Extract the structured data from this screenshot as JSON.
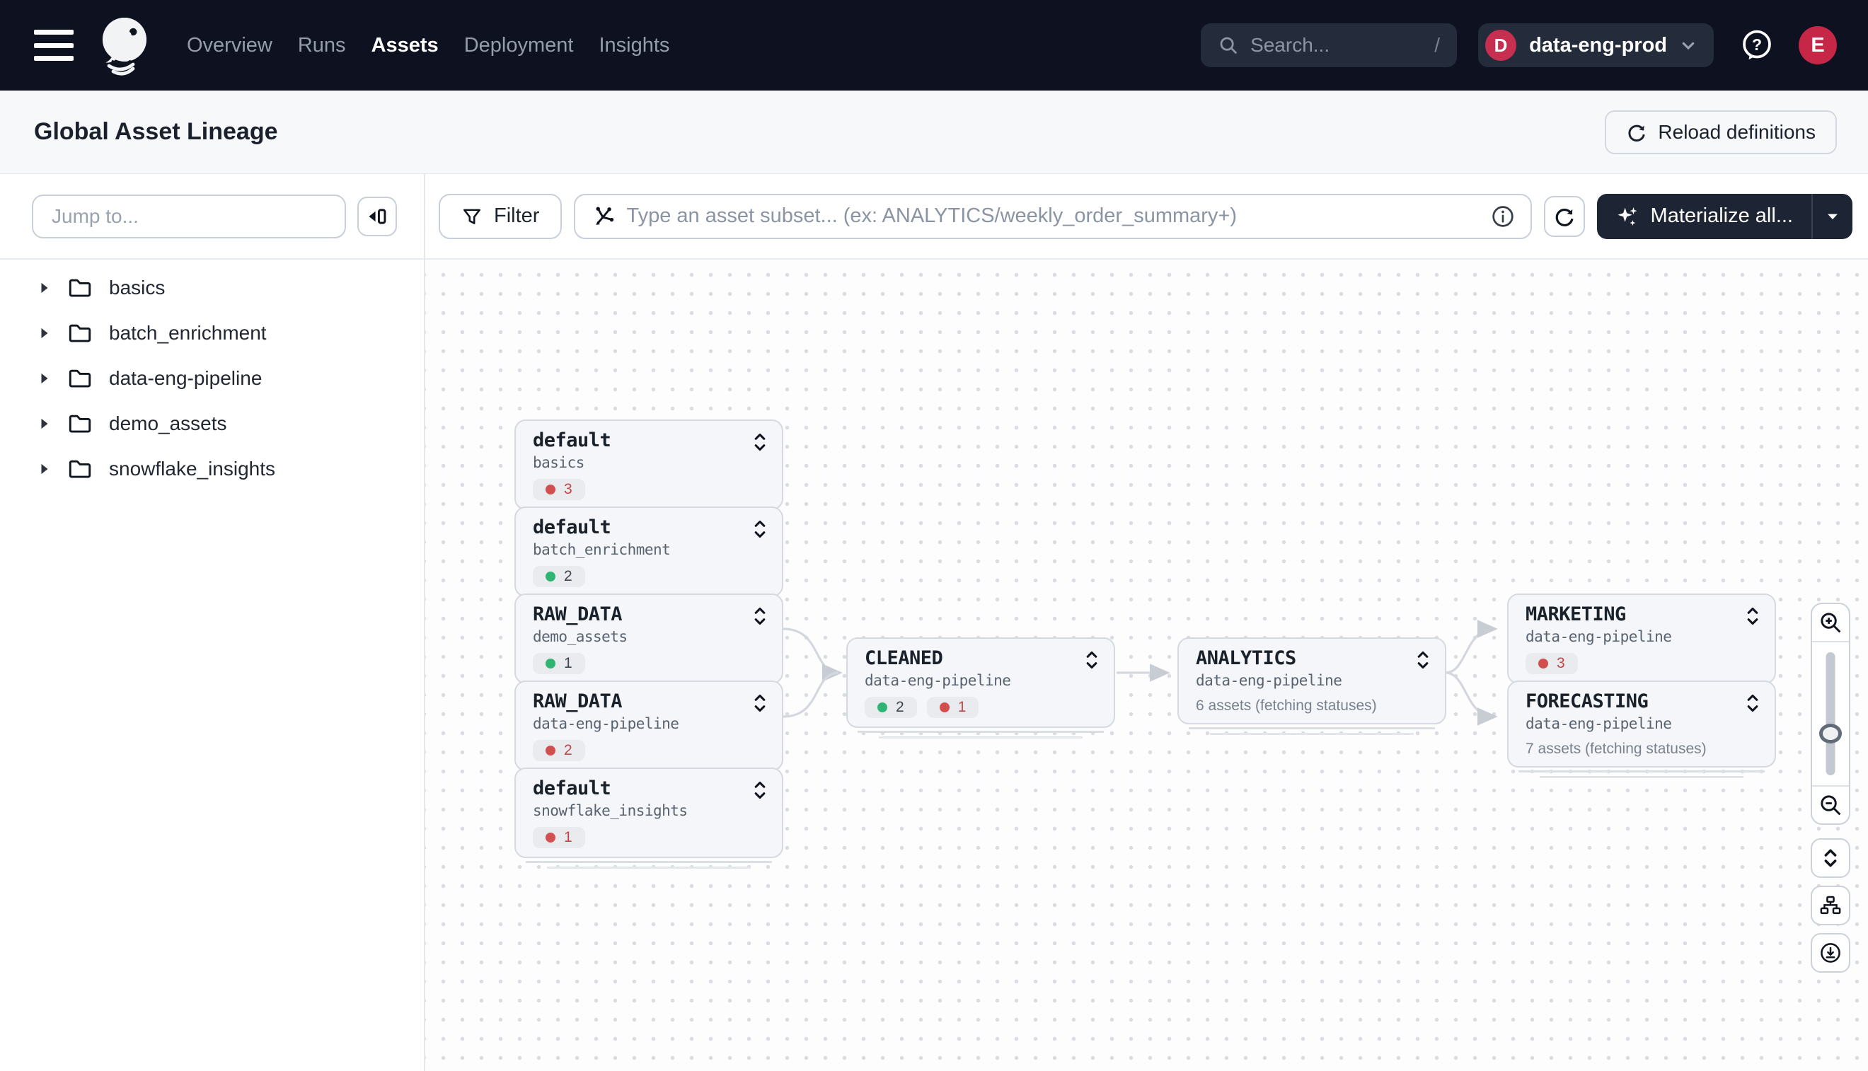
{
  "nav": {
    "items": [
      {
        "label": "Overview",
        "active": false
      },
      {
        "label": "Runs",
        "active": false
      },
      {
        "label": "Assets",
        "active": true
      },
      {
        "label": "Deployment",
        "active": false
      },
      {
        "label": "Insights",
        "active": false
      }
    ],
    "search": {
      "placeholder": "Search...",
      "shortcut": "/"
    },
    "deployment": {
      "initial": "D",
      "name": "data-eng-prod"
    },
    "user_initial": "E"
  },
  "header": {
    "title": "Global Asset Lineage",
    "reload_label": "Reload definitions"
  },
  "sidebar": {
    "jump_placeholder": "Jump to...",
    "groups": [
      "basics",
      "batch_enrichment",
      "data-eng-pipeline",
      "demo_assets",
      "snowflake_insights"
    ]
  },
  "toolbar": {
    "filter_label": "Filter",
    "subset_placeholder": "Type an asset subset... (ex: ANALYTICS/weekly_order_summary+)",
    "materialize_label": "Materialize all..."
  },
  "graph": {
    "nodes": [
      {
        "id": "basics",
        "title": "default",
        "subtitle": "basics",
        "badges": [
          {
            "status": "error",
            "count": "3"
          }
        ]
      },
      {
        "id": "batch",
        "title": "default",
        "subtitle": "batch_enrichment",
        "badges": [
          {
            "status": "success",
            "count": "2"
          }
        ]
      },
      {
        "id": "raw_demo",
        "title": "RAW_DATA",
        "subtitle": "demo_assets",
        "badges": [
          {
            "status": "success",
            "count": "1"
          }
        ]
      },
      {
        "id": "raw_dep",
        "title": "RAW_DATA",
        "subtitle": "data-eng-pipeline",
        "badges": [
          {
            "status": "error",
            "count": "2"
          }
        ]
      },
      {
        "id": "snowflake",
        "title": "default",
        "subtitle": "snowflake_insights",
        "badges": [
          {
            "status": "error",
            "count": "1"
          }
        ]
      },
      {
        "id": "cleaned",
        "title": "CLEANED",
        "subtitle": "data-eng-pipeline",
        "badges": [
          {
            "status": "success",
            "count": "2"
          },
          {
            "status": "error",
            "count": "1"
          }
        ]
      },
      {
        "id": "analytics",
        "title": "ANALYTICS",
        "subtitle": "data-eng-pipeline",
        "badges": [],
        "note": "6 assets (fetching statuses)"
      },
      {
        "id": "marketing",
        "title": "MARKETING",
        "subtitle": "data-eng-pipeline",
        "badges": [
          {
            "status": "error",
            "count": "3"
          }
        ]
      },
      {
        "id": "forecasting",
        "title": "FORECASTING",
        "subtitle": "data-eng-pipeline",
        "badges": [],
        "note": "7 assets (fetching statuses)"
      }
    ]
  },
  "colors": {
    "nav_bg": "#0d1120",
    "accent_crimson": "#c62f4f",
    "status_error_dot": "#d14f4f",
    "status_error_text": "#c04747",
    "status_success_dot": "#2fb572",
    "dark_button": "#1d2433",
    "edge": "#d4d8de"
  },
  "icons": {
    "menu": "hamburger",
    "logo": "dagster-octopus",
    "search": "magnifier",
    "deployment_caret": "chevron-down",
    "help": "question-bubble",
    "reload": "circular-arrow",
    "panel_collapse": "collapse-left",
    "tree_expander": "caret-right",
    "group_folder": "folder-outline",
    "filter": "funnel",
    "subset": "asset-graph-selector",
    "info": "info-circle",
    "refresh": "circular-arrow",
    "materialize": "sparkles",
    "materialize_caret": "caret-down",
    "node_unfold": "chevrons-up-down",
    "zoom_in": "magnifier-plus",
    "zoom_out": "magnifier-minus",
    "fit": "chevrons-up-down",
    "layout": "org-chart",
    "download": "download-circle"
  }
}
